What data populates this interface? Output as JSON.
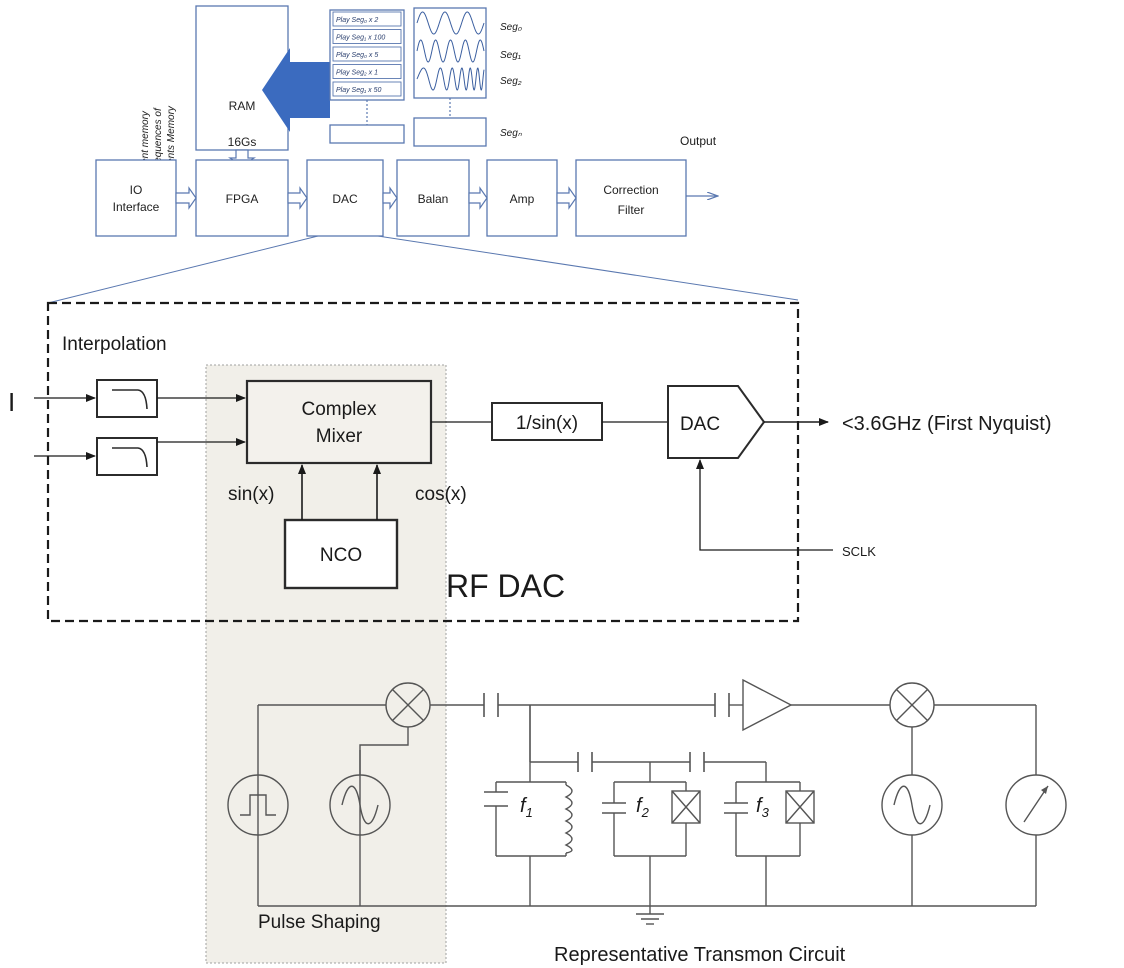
{
  "memory": {
    "vertical_line1": "Segment memory",
    "vertical_line2": "And Sequences of",
    "vertical_line3": "Segments Memory",
    "ram_label": "RAM",
    "ram_size": "16Gs",
    "sequence_list": [
      "Play Seg₀ x 2",
      "Play Seg₁ x 100",
      "Play Seg₀ x 5",
      "Play Seg₂ x 1",
      "Play Seg₁ x 50"
    ],
    "segments": [
      "Seg₀",
      "Seg₁",
      "Seg₂",
      "Segₙ"
    ]
  },
  "chain": {
    "blocks": [
      {
        "line1": "IO",
        "line2": "Interface"
      },
      {
        "line1": "FPGA",
        "line2": ""
      },
      {
        "line1": "DAC",
        "line2": ""
      },
      {
        "line1": "Balan",
        "line2": ""
      },
      {
        "line1": "Amp",
        "line2": ""
      },
      {
        "line1": "Correction",
        "line2": "Filter"
      }
    ],
    "output_label": "Output"
  },
  "rfdac": {
    "interpolation": "Interpolation",
    "input_i": "I",
    "mixer_line1": "Complex",
    "mixer_line2": "Mixer",
    "sin_label": "sin(x)",
    "cos_label": "cos(x)",
    "nco_label": "NCO",
    "sinc_label": "1/sin(x)",
    "dac_label": "DAC",
    "output_label": "<3.6GHz (First Nyquist)",
    "sclk_label": "SCLK",
    "title": "RF DAC"
  },
  "circuit": {
    "f1": "f",
    "f1_sub": "1",
    "f2": "f",
    "f2_sub": "2",
    "f3": "f",
    "f3_sub": "3",
    "pulse_shaping": "Pulse Shaping",
    "caption": "Representative Transmon Circuit"
  }
}
